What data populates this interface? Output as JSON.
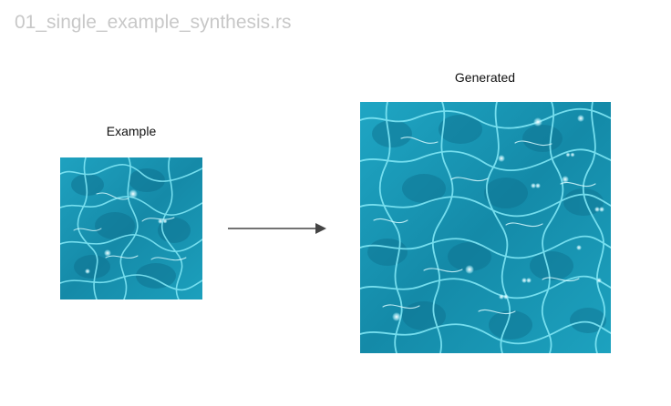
{
  "file_title": "01_single_example_synthesis.rs",
  "example": {
    "caption": "Example"
  },
  "generated": {
    "caption": "Generated"
  },
  "colors": {
    "water_deep": "#1386a3",
    "water_mid": "#1fa6c4",
    "water_light": "#7fe6f5",
    "caustic": "#d8fbff",
    "arrow": "#444444"
  },
  "icons": {
    "arrow": "right-arrow-icon"
  }
}
